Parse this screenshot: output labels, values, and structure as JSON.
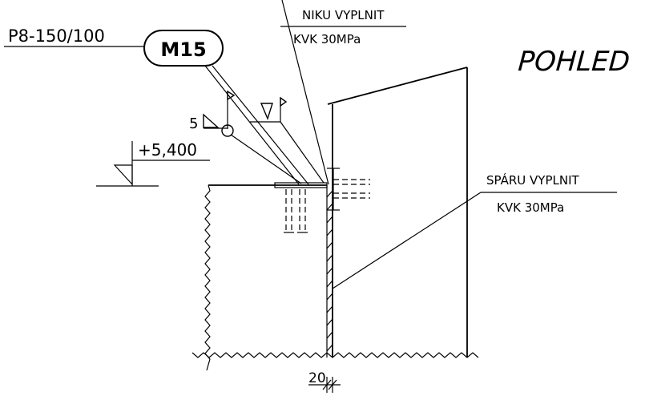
{
  "drawing": {
    "title": "POHLED",
    "plate_label": "P8-150/100",
    "anchor_tag": "M15",
    "weld_size": "5",
    "elevation": "+5,400",
    "note_top_line1": "NIKU VYPLNIT",
    "note_top_line2": "KVK 30MPa",
    "note_right_line1": "SPÁRU VYPLNIT",
    "note_right_line2": "KVK 30MPa",
    "gap_dimension": "20"
  }
}
